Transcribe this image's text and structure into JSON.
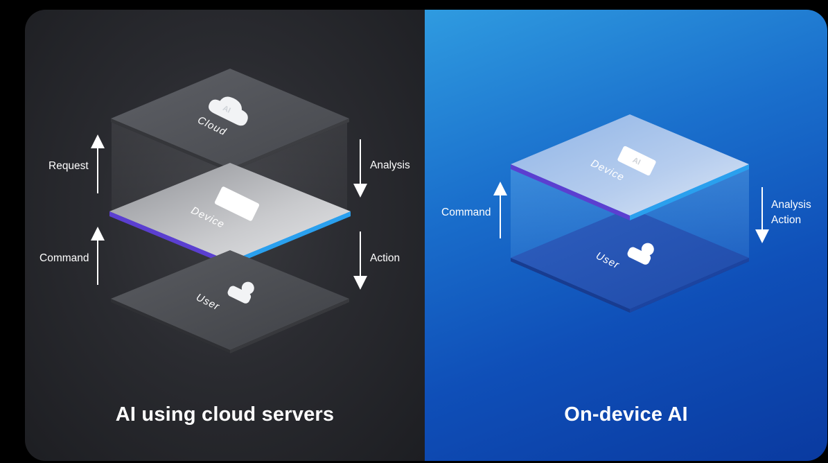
{
  "left_panel": {
    "title": "AI using cloud servers",
    "layers": {
      "cloud": "Cloud",
      "device": "Device",
      "user": "User"
    },
    "cloud_badge": "AI",
    "arrows": {
      "request": "Request",
      "command": "Command",
      "analysis": "Analysis",
      "action": "Action"
    }
  },
  "right_panel": {
    "title": "On-device AI",
    "layers": {
      "device": "Device",
      "user": "User"
    },
    "device_badge": "AI",
    "arrows": {
      "command": "Command",
      "analysis": "Analysis",
      "action": "Action"
    }
  },
  "colors": {
    "left_bg": "#2a2b30",
    "right_bg": "#1a6fcc",
    "device_edge": "#3b7be6"
  }
}
